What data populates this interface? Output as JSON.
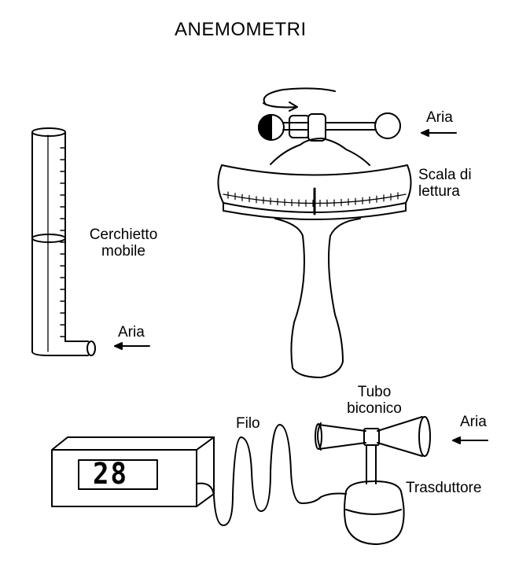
{
  "title": "ANEMOMETRI",
  "labels": {
    "cerchietto": "Cerchietto mobile",
    "aria_left": "Aria",
    "aria_top": "Aria",
    "scala": "Scala di lettura",
    "tubo": "Tubo biconico",
    "filo": "Filo",
    "aria_bottom": "Aria",
    "trasduttore": "Trasduttore"
  },
  "display": {
    "reading": "28"
  }
}
